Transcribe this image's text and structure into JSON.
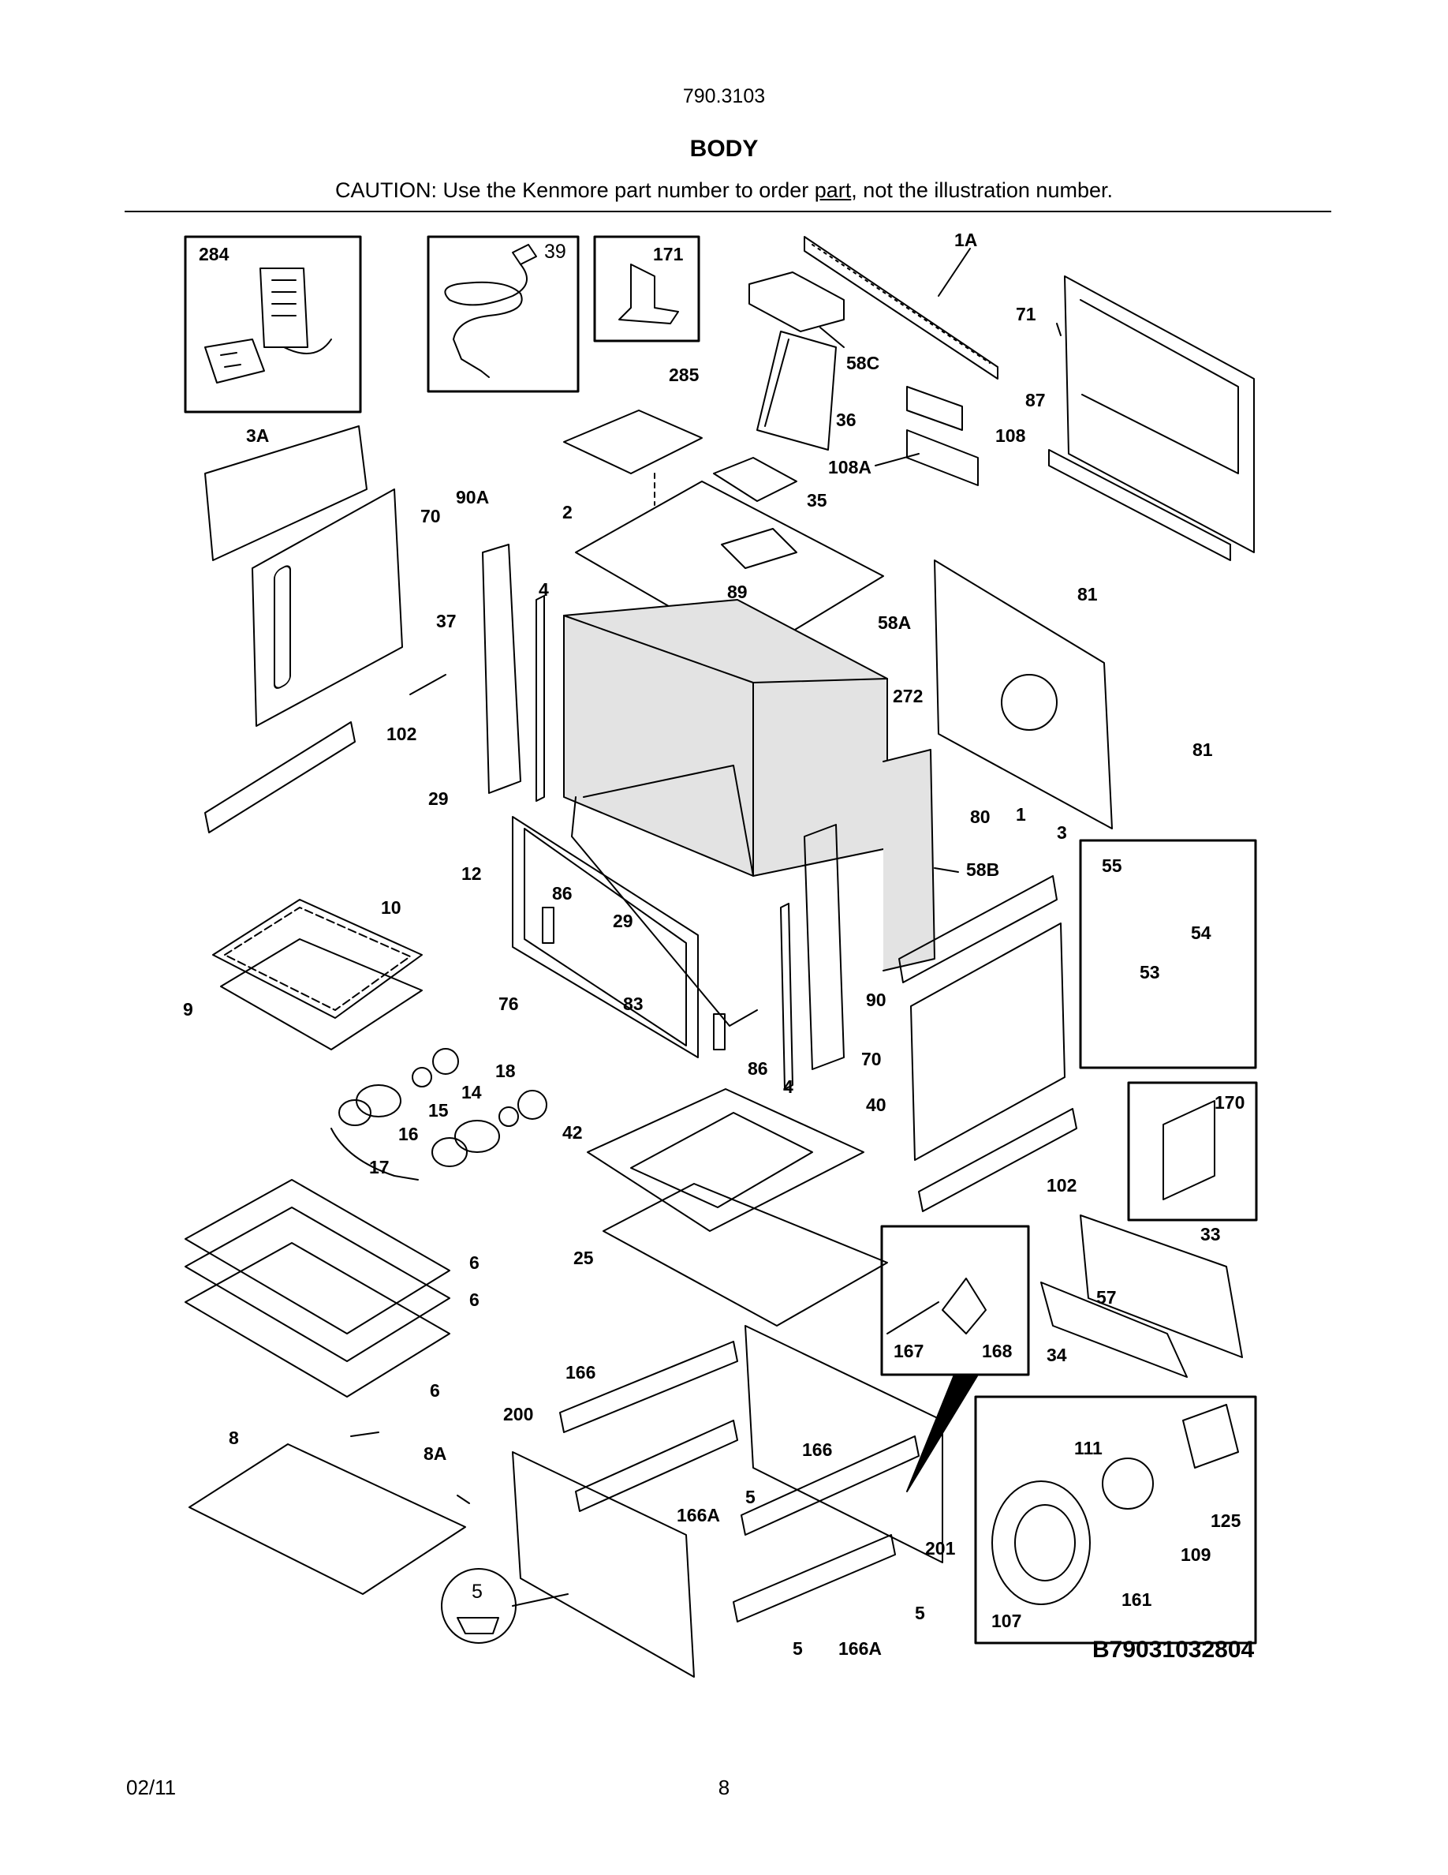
{
  "header": {
    "model_number": "790.3103",
    "title": "BODY",
    "caution_before": "CAUTION: Use the Kenmore part number to order ",
    "caution_underlined": "part",
    "caution_after": ", not the illustration number."
  },
  "callouts": [
    "284",
    "39",
    "171",
    "1A",
    "58C",
    "71",
    "285",
    "36",
    "108",
    "87",
    "3A",
    "108A",
    "35",
    "90A",
    "70",
    "2",
    "89",
    "4",
    "37",
    "58A",
    "81",
    "272",
    "102",
    "81",
    "29",
    "80",
    "1",
    "3",
    "12",
    "58B",
    "55",
    "54",
    "86",
    "10",
    "29",
    "53",
    "9",
    "76",
    "83",
    "90",
    "70",
    "86",
    "18",
    "4",
    "14",
    "40",
    "15",
    "170",
    "42",
    "16",
    "102",
    "17",
    "25",
    "33",
    "6",
    "6",
    "57",
    "167",
    "168",
    "34",
    "6",
    "166",
    "200",
    "8",
    "8A",
    "166",
    "111",
    "5",
    "166A",
    "125",
    "201",
    "109",
    "5",
    "5",
    "161",
    "107",
    "5",
    "166A"
  ],
  "footer": {
    "diagram_id": "B79031032804",
    "date": "02/11",
    "page_number": "8"
  }
}
